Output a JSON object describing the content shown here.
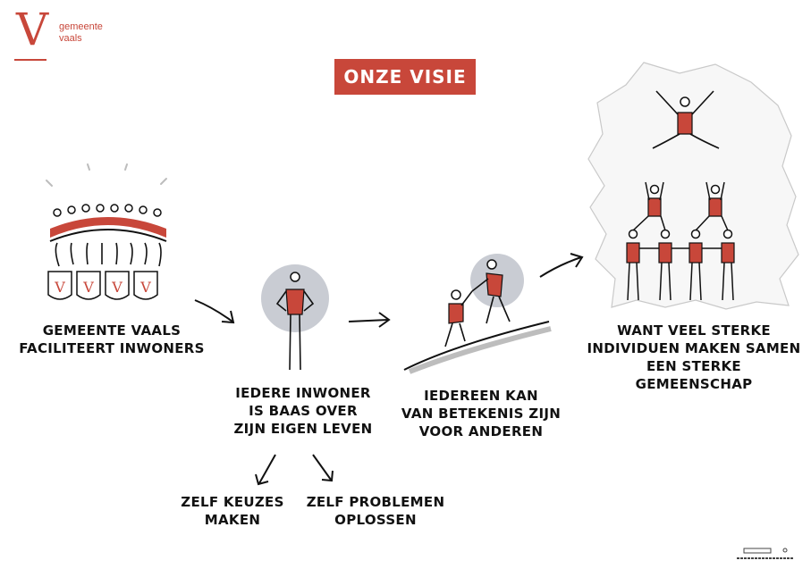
{
  "logo": {
    "letter": "V",
    "name_line1": "gemeente",
    "name_line2": "vaals"
  },
  "title": "ONZE VISIE",
  "steps": [
    {
      "line1": "GEMEENTE VAALS",
      "line2": "FACILITEERT INWONERS"
    },
    {
      "line1": "IEDERE INWONER",
      "line2": "IS BAAS OVER",
      "line3": "ZIJN EIGEN LEVEN"
    },
    {
      "line1": "IEDEREEN KAN",
      "line2": "VAN BETEKENIS ZIJN",
      "line3": "VOOR ANDEREN"
    },
    {
      "line1": "WANT VEEL STERKE",
      "line2": "INDIVIDUEN MAKEN SAMEN",
      "line3": "EEN STERKE GEMEENSCHAP"
    }
  ],
  "branches": [
    {
      "line1": "ZELF KEUZES",
      "line2": "MAKEN"
    },
    {
      "line1": "ZELF PROBLEMEN",
      "line2": "OPLOSSEN"
    }
  ],
  "shield_letter": "V",
  "colors": {
    "accent": "#c8473a",
    "circle": "#c9ccd3",
    "ink": "#111111"
  }
}
